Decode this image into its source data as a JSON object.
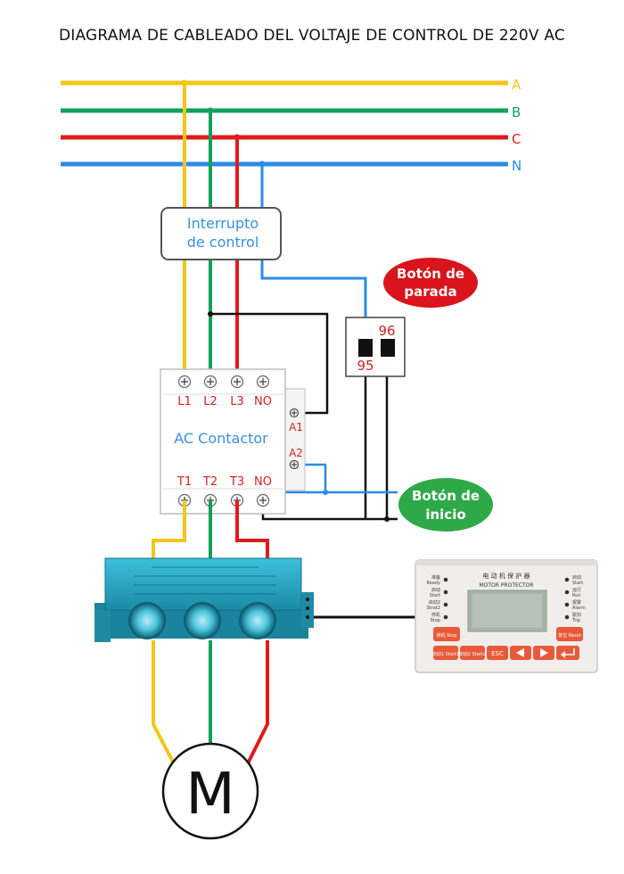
{
  "title": "DIAGRAMA DE CABLEADO DEL VOLTAJE DE CONTROL DE 220V AC",
  "bus_labels": {
    "a": "A",
    "b": "B",
    "c": "C",
    "n": "N"
  },
  "colors": {
    "phase_a": "#f5c518",
    "phase_b": "#12a05a",
    "phase_c": "#e01b1b",
    "neutral": "#2b8be8",
    "control_wire": "#111111",
    "stop_button": "#d9141b",
    "start_button": "#2fa84a",
    "current_transformer": "#2aa9c6",
    "breaker_text": "#3a8fe0",
    "terminal_text": "#d42020"
  },
  "breaker": {
    "line1": "Interrupto",
    "line2": "de control"
  },
  "stop_button": {
    "line1": "Botón de",
    "line2": "parada"
  },
  "start_button": {
    "line1": "Botón de",
    "line2": "inicio"
  },
  "relay": {
    "contact_96": "96",
    "contact_95": "95"
  },
  "contactor": {
    "label": "AC Contactor",
    "top_terminals": [
      "L1",
      "L2",
      "L3",
      "NO"
    ],
    "bottom_terminals": [
      "T1",
      "T2",
      "T3",
      "NO"
    ],
    "coil_a1": "A1",
    "coil_a2": "A2"
  },
  "protector": {
    "title": "电 动 机 保 护 器",
    "subtitle": "MOTOR PROTECTOR",
    "left_indicators": [
      {
        "cn": "准备",
        "en": "Ready"
      },
      {
        "cn": "启动",
        "en": "Start"
      },
      {
        "cn": "启动2",
        "en": "Strat2"
      },
      {
        "cn": "停机",
        "en": "Stop"
      }
    ],
    "right_indicators": [
      {
        "cn": "启动",
        "en": "Start"
      },
      {
        "cn": "运行",
        "en": "Run"
      },
      {
        "cn": "报警",
        "en": "Alarm"
      },
      {
        "cn": "脱扣",
        "en": "Trip"
      }
    ],
    "keys": {
      "stop": "停机 Stop",
      "reset": "复位 Reset",
      "start1": "启动1 Start1",
      "start2": "启动2 Start2",
      "esc": "ESC",
      "left_icon": "left-arrow-icon",
      "right_icon": "right-arrow-icon",
      "enter_icon": "enter-icon"
    }
  },
  "motor": {
    "label": "M"
  }
}
